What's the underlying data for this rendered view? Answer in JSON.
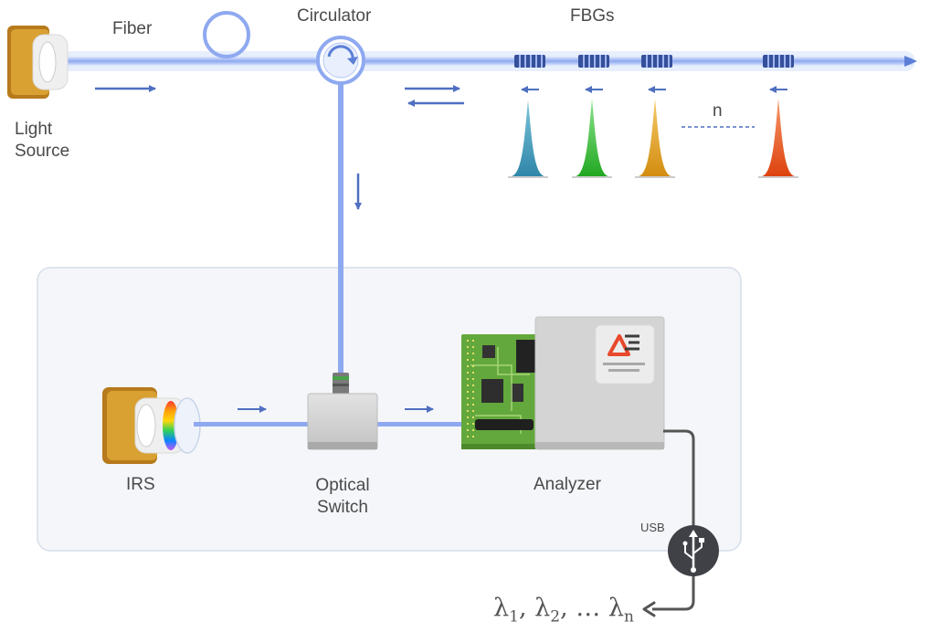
{
  "labels": {
    "fiber": "Fiber",
    "circulator": "Circulator",
    "fbgs": "FBGs",
    "light_source_1": "Light",
    "light_source_2": "Source",
    "n": "n",
    "irs": "IRS",
    "optical_switch_1": "Optical",
    "optical_switch_2": "Switch",
    "analyzer": "Analyzer",
    "usb": "USB"
  },
  "output": {
    "symbol": "λ",
    "sub1": "1",
    "sub2": "2",
    "subn": "n",
    "sep": ", ",
    "ellipsis": "…"
  },
  "colors": {
    "fiber_blue": "#8ea9f0",
    "arrow_blue": "#4f6fc0",
    "grating_blue": "#35509b",
    "panel_bg": "#f4f6f9",
    "panel_border": "#d6deea",
    "light_source_gold": "#d9a032",
    "peak_teal": "#3f9dbd",
    "peak_green": "#3cbf3c",
    "peak_amber": "#e0a224",
    "peak_red": "#e8531c",
    "pcb_green": "#63a83c",
    "analyzer_gray": "#d4d4d4",
    "usb_dark": "#3f4147",
    "logo_red": "#e8482b"
  }
}
